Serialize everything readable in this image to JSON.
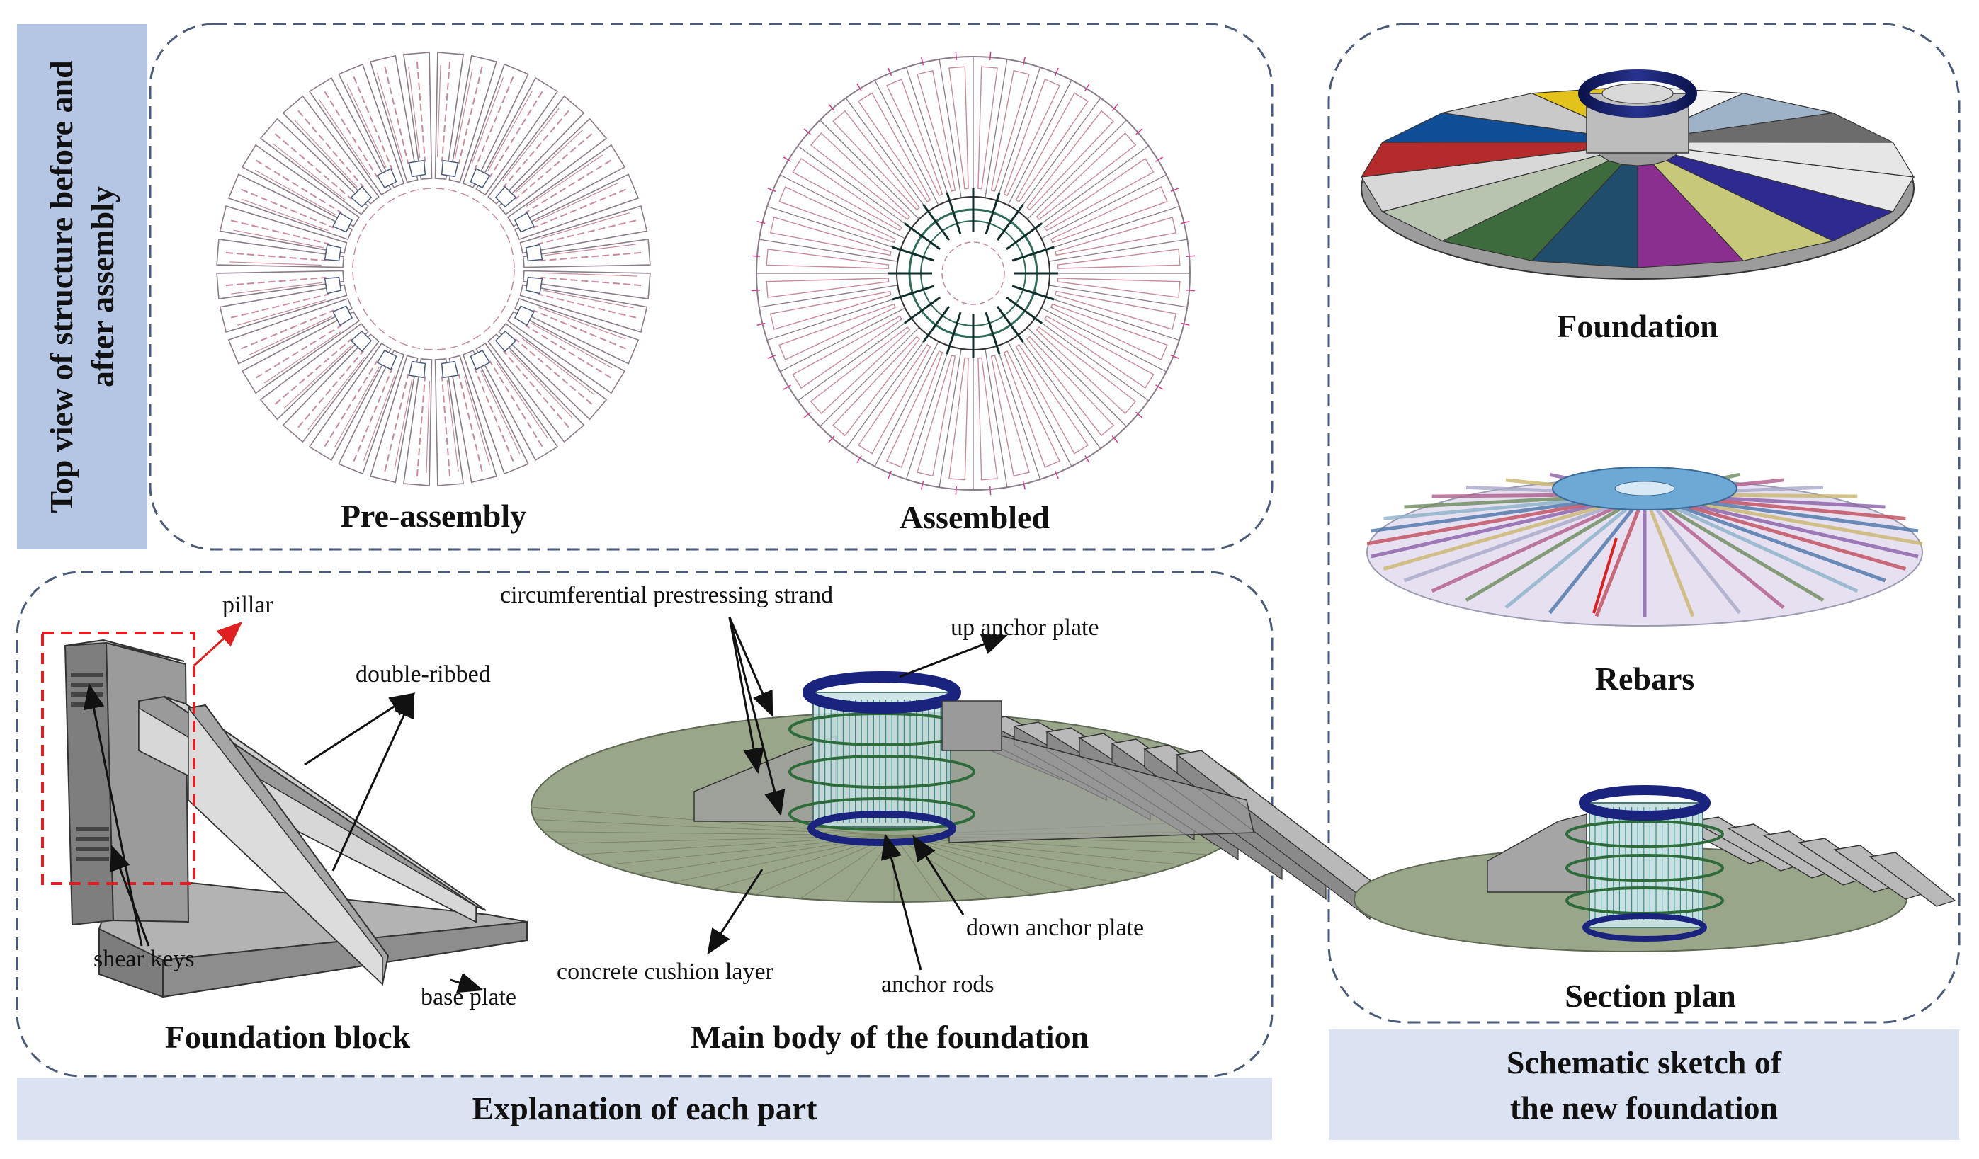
{
  "top_view": {
    "title": "Top view of structure before and after assembly",
    "pre_assembly": "Pre-assembly",
    "assembled": "Assembled"
  },
  "parts": {
    "title": "Explanation of each part",
    "foundation_block": "Foundation block",
    "main_body": "Main body of the foundation",
    "labels": {
      "pillar": "pillar",
      "double_ribbed": "double-ribbed",
      "shear_keys": "shear keys",
      "base_plate": "base plate",
      "circumferential_strand": "circumferential prestressing strand",
      "up_anchor_plate": "up anchor plate",
      "down_anchor_plate": "down anchor plate",
      "concrete_cushion": "concrete cushion layer",
      "anchor_rods": "anchor rods"
    }
  },
  "schematic": {
    "title_line1": "Schematic sketch of",
    "title_line2": "the new foundation",
    "foundation": "Foundation",
    "rebars": "Rebars",
    "section_plan": "Section plan"
  },
  "colors": {
    "frame_dash": "#4a5a78",
    "side_label_bg": "#b5c6e4",
    "band_bg": "#dbe3f2",
    "outline_pink": "#c98a9a",
    "concrete_grey": "#a9a9a9",
    "cushion_green": "#9aa68a",
    "anchor_blue": "#1a237e",
    "strand_green": "#2e6b3a",
    "callout_red": "#e02020"
  },
  "segment_palette": [
    "#e8e8e8",
    "#2e2a8f",
    "#c8c87a",
    "#8a2e8f",
    "#1f4d6b",
    "#3d6b3e",
    "#b8c4b0",
    "#d8d8d8",
    "#b52a2a",
    "#0f4e96",
    "#c9c9c9",
    "#e3c21b",
    "#f4f4f4",
    "#9fb3c8",
    "#6c6c6c",
    "#e6e6e6"
  ]
}
